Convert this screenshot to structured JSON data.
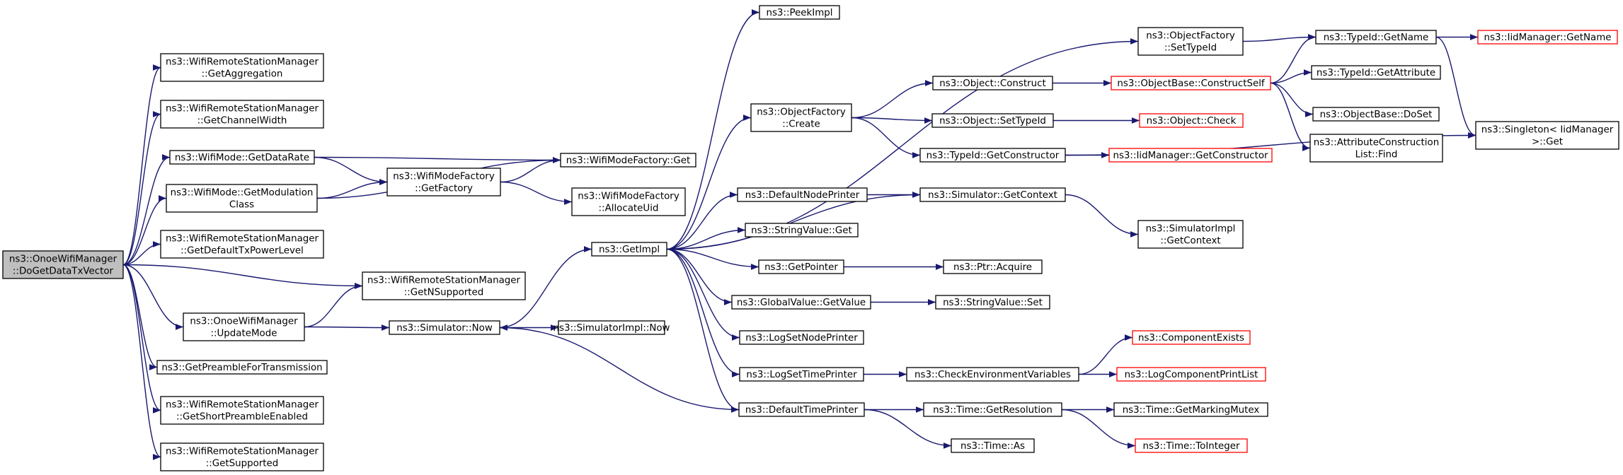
{
  "colors": {
    "edge": "#191970",
    "node_border": "#000000",
    "node_border_truncated": "#ff0000",
    "root_fill": "#bfbfbf",
    "node_fill": "#ffffff"
  },
  "nodes": {
    "root": {
      "lines": [
        "ns3::OnoeWifiManager",
        "::DoGetDataTxVector"
      ],
      "style": "root"
    },
    "getAggregation": {
      "lines": [
        "ns3::WifiRemoteStationManager",
        "::GetAggregation"
      ]
    },
    "getChannelWidth": {
      "lines": [
        "ns3::WifiRemoteStationManager",
        "::GetChannelWidth"
      ]
    },
    "getDataRate": {
      "lines": [
        "ns3::WifiMode::GetDataRate"
      ]
    },
    "getModulationClass": {
      "lines": [
        "ns3::WifiMode::GetModulation",
        "Class"
      ]
    },
    "getDefaultTxPowerLevel": {
      "lines": [
        "ns3::WifiRemoteStationManager",
        "::GetDefaultTxPowerLevel"
      ]
    },
    "getNSupported": {
      "lines": [
        "ns3::WifiRemoteStationManager",
        "::GetNSupported"
      ]
    },
    "updateMode": {
      "lines": [
        "ns3::OnoeWifiManager",
        "::UpdateMode"
      ]
    },
    "getPreamble": {
      "lines": [
        "ns3::GetPreambleForTransmission"
      ]
    },
    "getShortPreamble": {
      "lines": [
        "ns3::WifiRemoteStationManager",
        "::GetShortPreambleEnabled"
      ]
    },
    "getSupported": {
      "lines": [
        "ns3::WifiRemoteStationManager",
        "::GetSupported"
      ]
    },
    "wifiModeFactoryGetFactory": {
      "lines": [
        "ns3::WifiModeFactory",
        "::GetFactory"
      ]
    },
    "wifiModeFactoryGet": {
      "lines": [
        "ns3::WifiModeFactory::Get"
      ]
    },
    "allocateUid": {
      "lines": [
        "ns3::WifiModeFactory",
        "::AllocateUid"
      ]
    },
    "simulatorNow": {
      "lines": [
        "ns3::Simulator::Now"
      ]
    },
    "simulatorImplNow": {
      "lines": [
        "ns3::SimulatorImpl::Now"
      ]
    },
    "getImpl": {
      "lines": [
        "ns3::GetImpl"
      ]
    },
    "peekImpl": {
      "lines": [
        "ns3::PeekImpl"
      ]
    },
    "objectFactoryCreate": {
      "lines": [
        "ns3::ObjectFactory",
        "::Create"
      ]
    },
    "defaultNodePrinter": {
      "lines": [
        "ns3::DefaultNodePrinter"
      ]
    },
    "stringValueGet": {
      "lines": [
        "ns3::StringValue::Get"
      ]
    },
    "getPointer": {
      "lines": [
        "ns3::GetPointer"
      ]
    },
    "globalValueGetValue": {
      "lines": [
        "ns3::GlobalValue::GetValue"
      ]
    },
    "logSetNodePrinter": {
      "lines": [
        "ns3::LogSetNodePrinter"
      ]
    },
    "logSetTimePrinter": {
      "lines": [
        "ns3::LogSetTimePrinter"
      ]
    },
    "defaultTimePrinter": {
      "lines": [
        "ns3::DefaultTimePrinter"
      ]
    },
    "objectConstruct": {
      "lines": [
        "ns3::Object::Construct"
      ]
    },
    "objectSetTypeId": {
      "lines": [
        "ns3::Object::SetTypeId"
      ]
    },
    "typeIdGetConstructor": {
      "lines": [
        "ns3::TypeId::GetConstructor"
      ]
    },
    "simulatorGetContext": {
      "lines": [
        "ns3::Simulator::GetContext"
      ]
    },
    "ptrAcquire": {
      "lines": [
        "ns3::Ptr::Acquire"
      ]
    },
    "stringValueSet": {
      "lines": [
        "ns3::StringValue::Set"
      ]
    },
    "checkEnvVars": {
      "lines": [
        "ns3::CheckEnvironmentVariables"
      ]
    },
    "timeGetResolution": {
      "lines": [
        "ns3::Time::GetResolution"
      ]
    },
    "timeAs": {
      "lines": [
        "ns3::Time::As"
      ]
    },
    "objectFactorySetTypeId": {
      "lines": [
        "ns3::ObjectFactory",
        "::SetTypeId"
      ]
    },
    "constructSelf": {
      "lines": [
        "ns3::ObjectBase::ConstructSelf"
      ],
      "style": "truncated"
    },
    "objectCheck": {
      "lines": [
        "ns3::Object::Check"
      ],
      "style": "truncated"
    },
    "iidGetConstructor": {
      "lines": [
        "ns3::IidManager::GetConstructor"
      ],
      "style": "truncated"
    },
    "simulatorImplGetContext": {
      "lines": [
        "ns3::SimulatorImpl",
        "::GetContext"
      ]
    },
    "componentExists": {
      "lines": [
        "ns3::ComponentExists"
      ],
      "style": "truncated"
    },
    "logComponentPrintList": {
      "lines": [
        "ns3::LogComponentPrintList"
      ],
      "style": "truncated"
    },
    "timeGetMarkingMutex": {
      "lines": [
        "ns3::Time::GetMarkingMutex"
      ]
    },
    "timeToInteger": {
      "lines": [
        "ns3::Time::ToInteger"
      ],
      "style": "truncated"
    },
    "typeIdGetName": {
      "lines": [
        "ns3::TypeId::GetName"
      ]
    },
    "typeIdGetAttribute": {
      "lines": [
        "ns3::TypeId::GetAttribute"
      ]
    },
    "objectBaseDoSet": {
      "lines": [
        "ns3::ObjectBase::DoSet"
      ]
    },
    "attrConstructionListFind": {
      "lines": [
        "ns3::AttributeConstruction",
        "List::Find"
      ]
    },
    "iidGetName": {
      "lines": [
        "ns3::IidManager::GetName"
      ],
      "style": "truncated"
    },
    "singletonGet": {
      "lines": [
        "ns3::Singleton< IidManager",
        " >::Get"
      ]
    }
  }
}
